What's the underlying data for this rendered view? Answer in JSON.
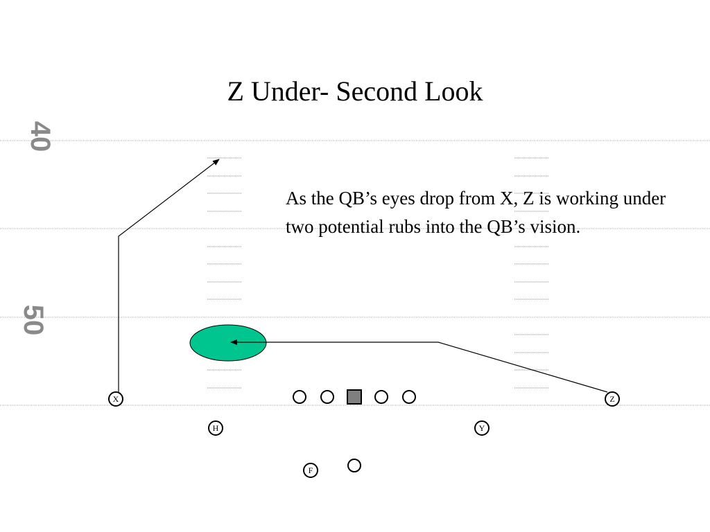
{
  "slide": {
    "title": "Z Under- Second Look",
    "body": "As the QB’s eyes drop from X, Z is working under two potential rubs into the QB’s vision."
  },
  "field": {
    "yard_numbers": [
      "40",
      "50"
    ]
  },
  "players": {
    "x": "X",
    "z": "Z",
    "h": "H",
    "y": "Y",
    "f": "F"
  },
  "colors": {
    "zone_fill": "#00c58f",
    "yard_number": "#8a8a8a",
    "center_fill": "#7f7f7f",
    "line": "#000000"
  }
}
